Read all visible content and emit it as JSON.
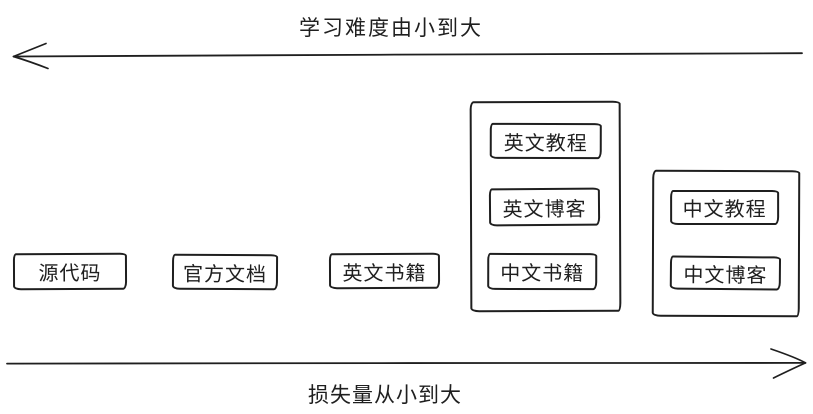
{
  "colors": {
    "ink": "#1f1f1f",
    "background": "#ffffff"
  },
  "axes": {
    "top": {
      "label": "学习难度由小到大",
      "arrow_direction": "left"
    },
    "bottom": {
      "label": "损失量从小到大",
      "arrow_direction": "right"
    }
  },
  "boxes": {
    "row": [
      "源代码",
      "官方文档",
      "英文书籍"
    ],
    "group1": [
      "英文教程",
      "英文博客",
      "中文书籍"
    ],
    "group2": [
      "中文教程",
      "中文博客"
    ]
  }
}
